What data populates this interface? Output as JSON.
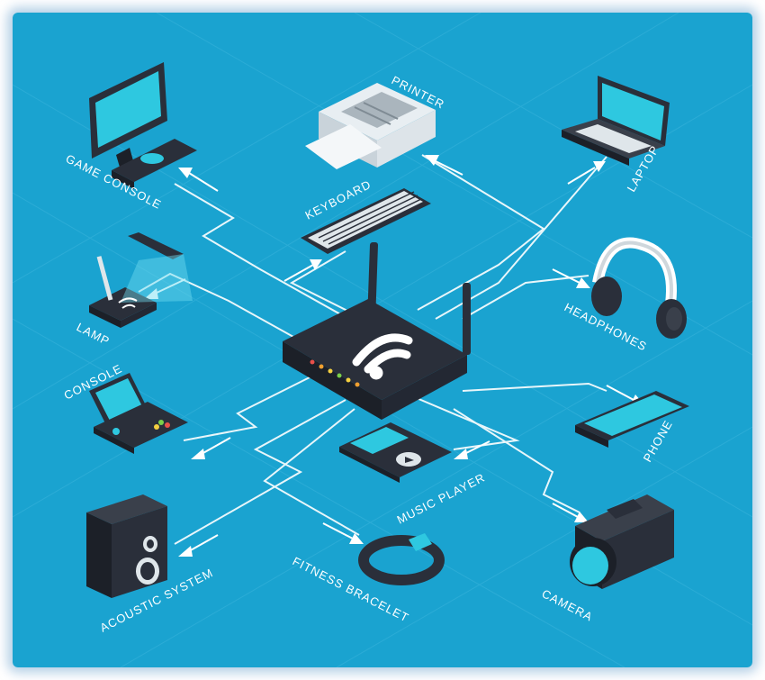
{
  "colors": {
    "background": "#1aa3d0",
    "line": "#ffffff",
    "device_dark": "#2a2f3a",
    "screen": "#2ec8e0"
  },
  "labels": {
    "printer": "PRINTER",
    "game_console": "GAME CONSOLE",
    "keyboard": "KEYBOARD",
    "laptop": "LAPTOP",
    "lamp": "LAMP",
    "headphones": "HEADPHONES",
    "console": "CONSOLE",
    "phone": "PHONE",
    "music_player": "MUSIC PLAYER",
    "acoustic_system": "ACOUSTIC SYSTEM",
    "fitness_bracelet": "FITNESS BRACELET",
    "camera": "CAMERA"
  }
}
